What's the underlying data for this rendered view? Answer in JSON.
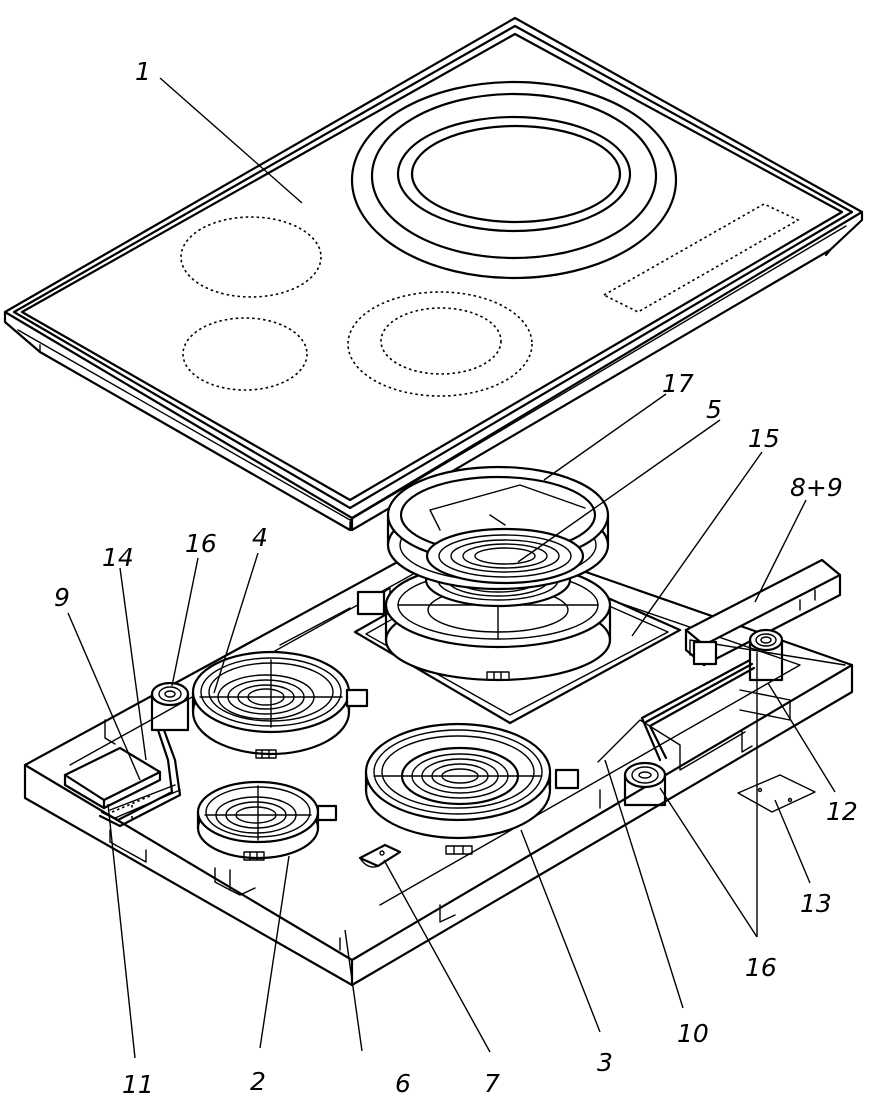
{
  "figure": {
    "labels": {
      "l1": "1",
      "l2": "2",
      "l3": "3",
      "l4": "4",
      "l5": "5",
      "l6": "6",
      "l7": "7",
      "l8_9": "8+9",
      "l9": "9",
      "l10": "10",
      "l11": "11",
      "l12": "12",
      "l13": "13",
      "l14": "14",
      "l15": "15",
      "l16_a": "16",
      "l16_b": "16",
      "l17": "17"
    }
  }
}
